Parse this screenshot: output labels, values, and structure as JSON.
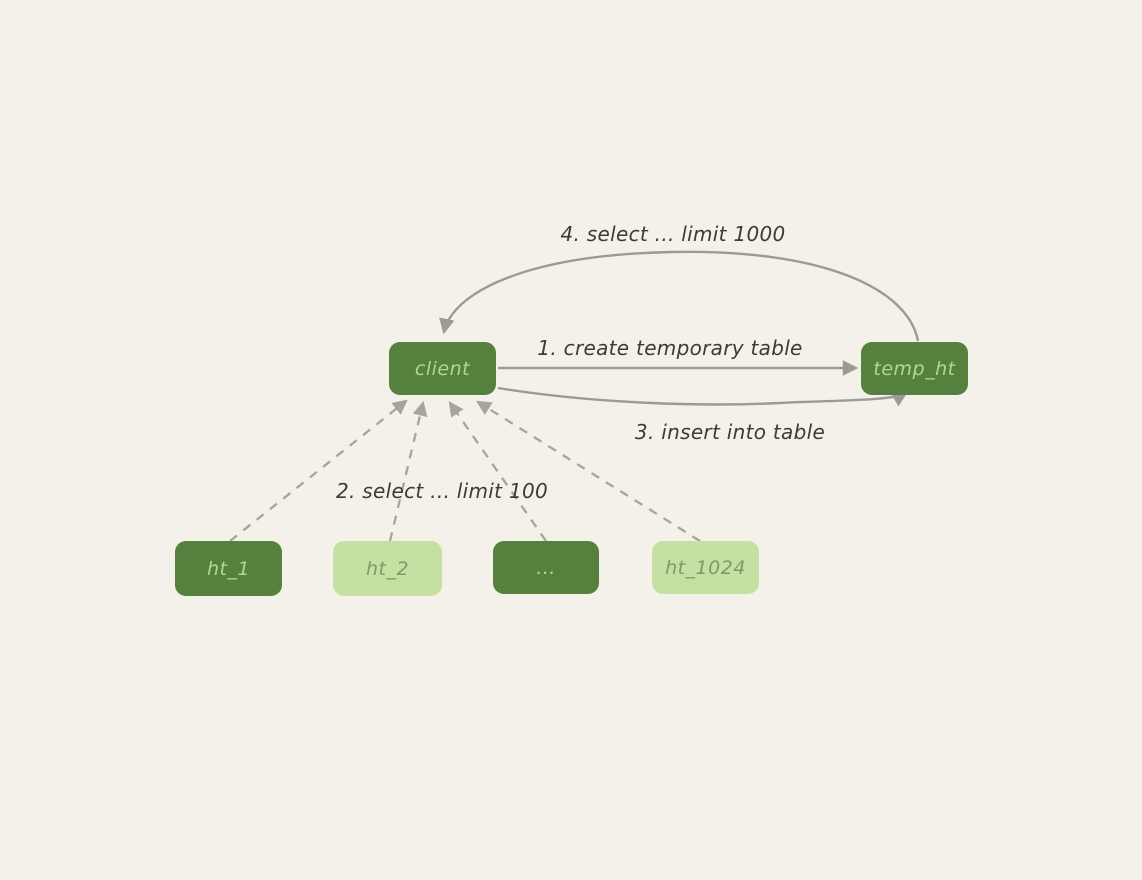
{
  "diagram": {
    "title": "client temporary-table query flow",
    "background_color": "#f4f1ea",
    "colors": {
      "node_dark_fill": "#55803e",
      "node_dark_text": "#b2d98b",
      "node_light_fill": "#c6e0a3",
      "node_light_text": "#7d9c62",
      "solid_arrow": "#9b9b95",
      "dashed_arrow": "#a5a49e",
      "label_text": "#3c3b35"
    },
    "nodes": {
      "client": {
        "label": "client",
        "variant": "dark"
      },
      "temp_ht": {
        "label": "temp_ht",
        "variant": "dark"
      },
      "ht_1": {
        "label": "ht_1",
        "variant": "dark"
      },
      "ht_2": {
        "label": "ht_2",
        "variant": "light"
      },
      "dots": {
        "label": "...",
        "variant": "dark"
      },
      "ht_1024": {
        "label": "ht_1024",
        "variant": "light"
      }
    },
    "steps": {
      "step1": {
        "label": "1. create temporary table",
        "from": "client",
        "to": "temp_ht",
        "style": "solid-straight"
      },
      "step2": {
        "label": "2. select ... limit 100",
        "from": "ht_1..ht_1024",
        "to": "client",
        "style": "dashed"
      },
      "step3": {
        "label": "3. insert into table",
        "from": "client",
        "to": "temp_ht",
        "style": "solid-curve-bottom"
      },
      "step4": {
        "label": "4. select ... limit 1000",
        "from": "temp_ht",
        "to": "client",
        "style": "solid-curve-top"
      }
    }
  }
}
